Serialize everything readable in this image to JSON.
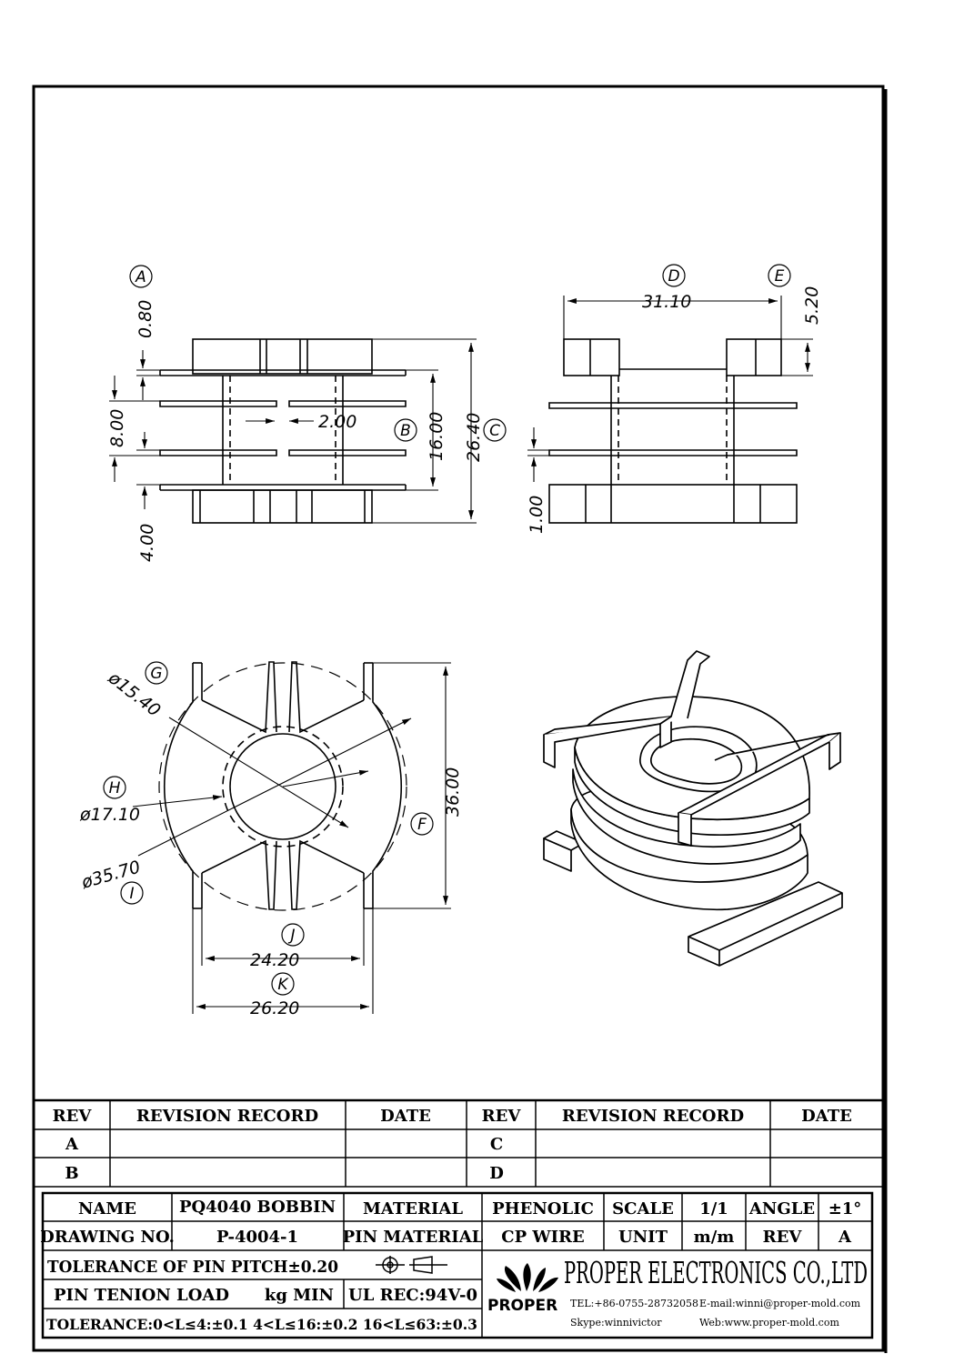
{
  "dimensions": {
    "a_0_80": "0.80",
    "d8_00": "8.00",
    "d2_00": "2.00",
    "d16_00": "16.00",
    "d26_40": "26.40",
    "d4_00": "4.00",
    "d31_10": "31.10",
    "d5_20": "5.20",
    "d1_00": "1.00",
    "d15_40": "ø15.40",
    "d17_10": "ø17.10",
    "d35_70": "ø35.70",
    "d36_00": "36.00",
    "d24_20": "24.20",
    "d26_20": "26.20"
  },
  "callouts": [
    "A",
    "B",
    "C",
    "D",
    "E",
    "F",
    "G",
    "H",
    "I",
    "J",
    "K"
  ],
  "revision_table": {
    "headers": [
      "REV",
      "REVISION RECORD",
      "DATE",
      "REV",
      "REVISION RECORD",
      "DATE"
    ],
    "rows": [
      [
        "A",
        "",
        "",
        "C",
        "",
        ""
      ],
      [
        "B",
        "",
        "",
        "D",
        "",
        ""
      ]
    ]
  },
  "title_block": {
    "name_label": "NAME",
    "name_value": "PQ4040 BOBBIN",
    "material_label": "MATERIAL",
    "material_value": "PHENOLIC",
    "scale_label": "SCALE",
    "scale_value": "1/1",
    "angle_label": "ANGLE",
    "angle_value": "±1°",
    "drawing_no_label": "DRAWING NO.",
    "drawing_no_value": "P-4004-1",
    "pin_material_label": "PIN MATERIAL",
    "pin_material_value": "CP WIRE",
    "unit_label": "UNIT",
    "unit_value": "m/m",
    "rev_label": "REV",
    "rev_value": "A",
    "pin_pitch_tolerance": "TOLERANCE OF PIN PITCH±0.20",
    "pin_tension_label": "PIN TENION LOAD",
    "pin_tension_unit": "kg MIN",
    "ul": "UL REC:94V-0",
    "tolerance": "TOLERANCE:0<L≤4:±0.1  4<L≤16:±0.2  16<L≤63:±0.3"
  },
  "company": {
    "name": "PROPER ELECTRONICS CO.,LTD",
    "logo_text": "PROPER",
    "tel": "TEL:+86-0755-28732058",
    "email": "E-mail:winni@proper-mold.com",
    "skype": "Skype:winnivictor",
    "web": "Web:www.proper-mold.com"
  }
}
